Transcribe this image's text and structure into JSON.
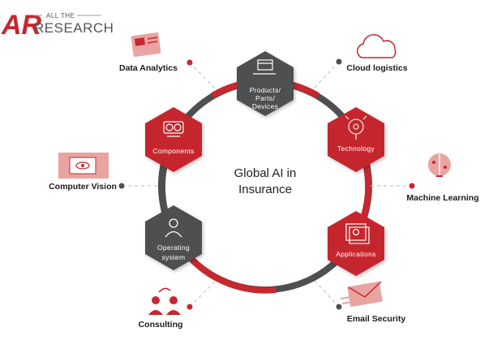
{
  "logo": {
    "mark": "AR",
    "line1": "ALL THE",
    "line2": "RESEARCH"
  },
  "center": {
    "line1": "Global AI in",
    "line2": "Insurance"
  },
  "hexagons": {
    "products": {
      "lines": [
        "Products/",
        "Parts/",
        "Devices"
      ]
    },
    "components": {
      "label": "Components"
    },
    "technology": {
      "label": "Technology"
    },
    "operating": {
      "lines": [
        "Operating",
        "system"
      ]
    },
    "applications": {
      "label": "Applications"
    }
  },
  "outer_labels": {
    "data_analytics": "Data Analytics",
    "cloud_logistics": "Cloud logistics",
    "computer_vision": "Computer Vision",
    "machine_learning": "Machine Learning",
    "consulting": "Consulting",
    "email_security": "Email Security"
  },
  "colors": {
    "red": "#c5282f",
    "dark": "#4d4f51",
    "light_red": "#e9a3a0",
    "dash": "#c8c8c8"
  }
}
